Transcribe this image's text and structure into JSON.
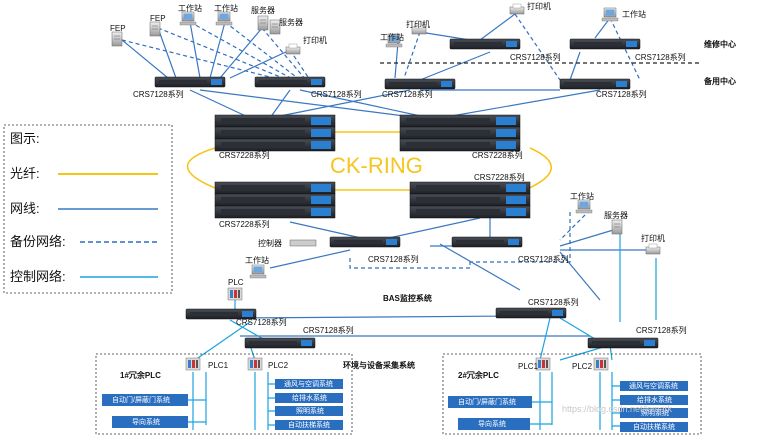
{
  "legend": {
    "title": "图示:",
    "items": [
      {
        "label": "光纤:",
        "style": "fiber"
      },
      {
        "label": "网线:",
        "style": "cable"
      },
      {
        "label": "备份网络:",
        "style": "backup"
      },
      {
        "label": "控制网络:",
        "style": "control"
      }
    ]
  },
  "colors": {
    "fiber": "#f5c518",
    "cable": "#3a78c2",
    "backup": "#2f6fbf",
    "control": "#1aa3e0",
    "sysbox": "#2a6ec0"
  },
  "ring_label": "CK-RING",
  "zones": {
    "maint": "维修中心",
    "backup": "备用中心"
  },
  "top_devices": {
    "fep1": "FEP",
    "fep2": "FEP",
    "ws1": "工作站",
    "ws2": "工作站",
    "srv": "服务器",
    "srv2": "服务器",
    "prn": "打印机",
    "r_prn1": "打印机",
    "r_ws1": "工作站",
    "r_prn2": "打印机",
    "r_ws2": "工作站"
  },
  "switches": {
    "s1": "CRS7128系列",
    "s2": "CRS7128系列",
    "s3": "CRS7128系列",
    "s4": "CRS7128系列",
    "s5": "CRS7128系列",
    "s6": "CRS7128系列",
    "core1": "CRS7228系列",
    "core2": "CRS7228系列",
    "core3": "CRS7228系列",
    "core4": "CRS7228系列",
    "bas1": "CRS7128系列",
    "bas2": "CRS7128系列",
    "plc1": "CRS7128系列",
    "plc2": "CRS7128系列",
    "plc3": "CRS7128系列",
    "plc4": "CRS7128系列"
  },
  "bas": {
    "controller": "控制器",
    "ws": "工作站",
    "ws2": "工作站",
    "server": "服务器",
    "printer": "打印机",
    "title": "BAS监控系统"
  },
  "env_title": "环境与设备采集系统",
  "plc_label": "PLC",
  "group1": {
    "title": "1#冗余PLC",
    "plc1": "PLC1",
    "plc2": "PLC2",
    "left": [
      "自动门/屏蔽门系统",
      "导向系统"
    ],
    "right": [
      "通风与空调系统",
      "给排水系统",
      "照明系统",
      "自动扶梯系统"
    ]
  },
  "group2": {
    "title": "2#冗余PLC",
    "plc1": "PLC1",
    "plc2": "PLC2",
    "left": [
      "自动门/屏蔽门系统",
      "导向系统"
    ],
    "right": [
      "通风与空调系统",
      "给排水系统",
      "照明系统",
      "自动扶梯系统"
    ]
  },
  "watermark": "https://blog.csdn.net/lomark"
}
